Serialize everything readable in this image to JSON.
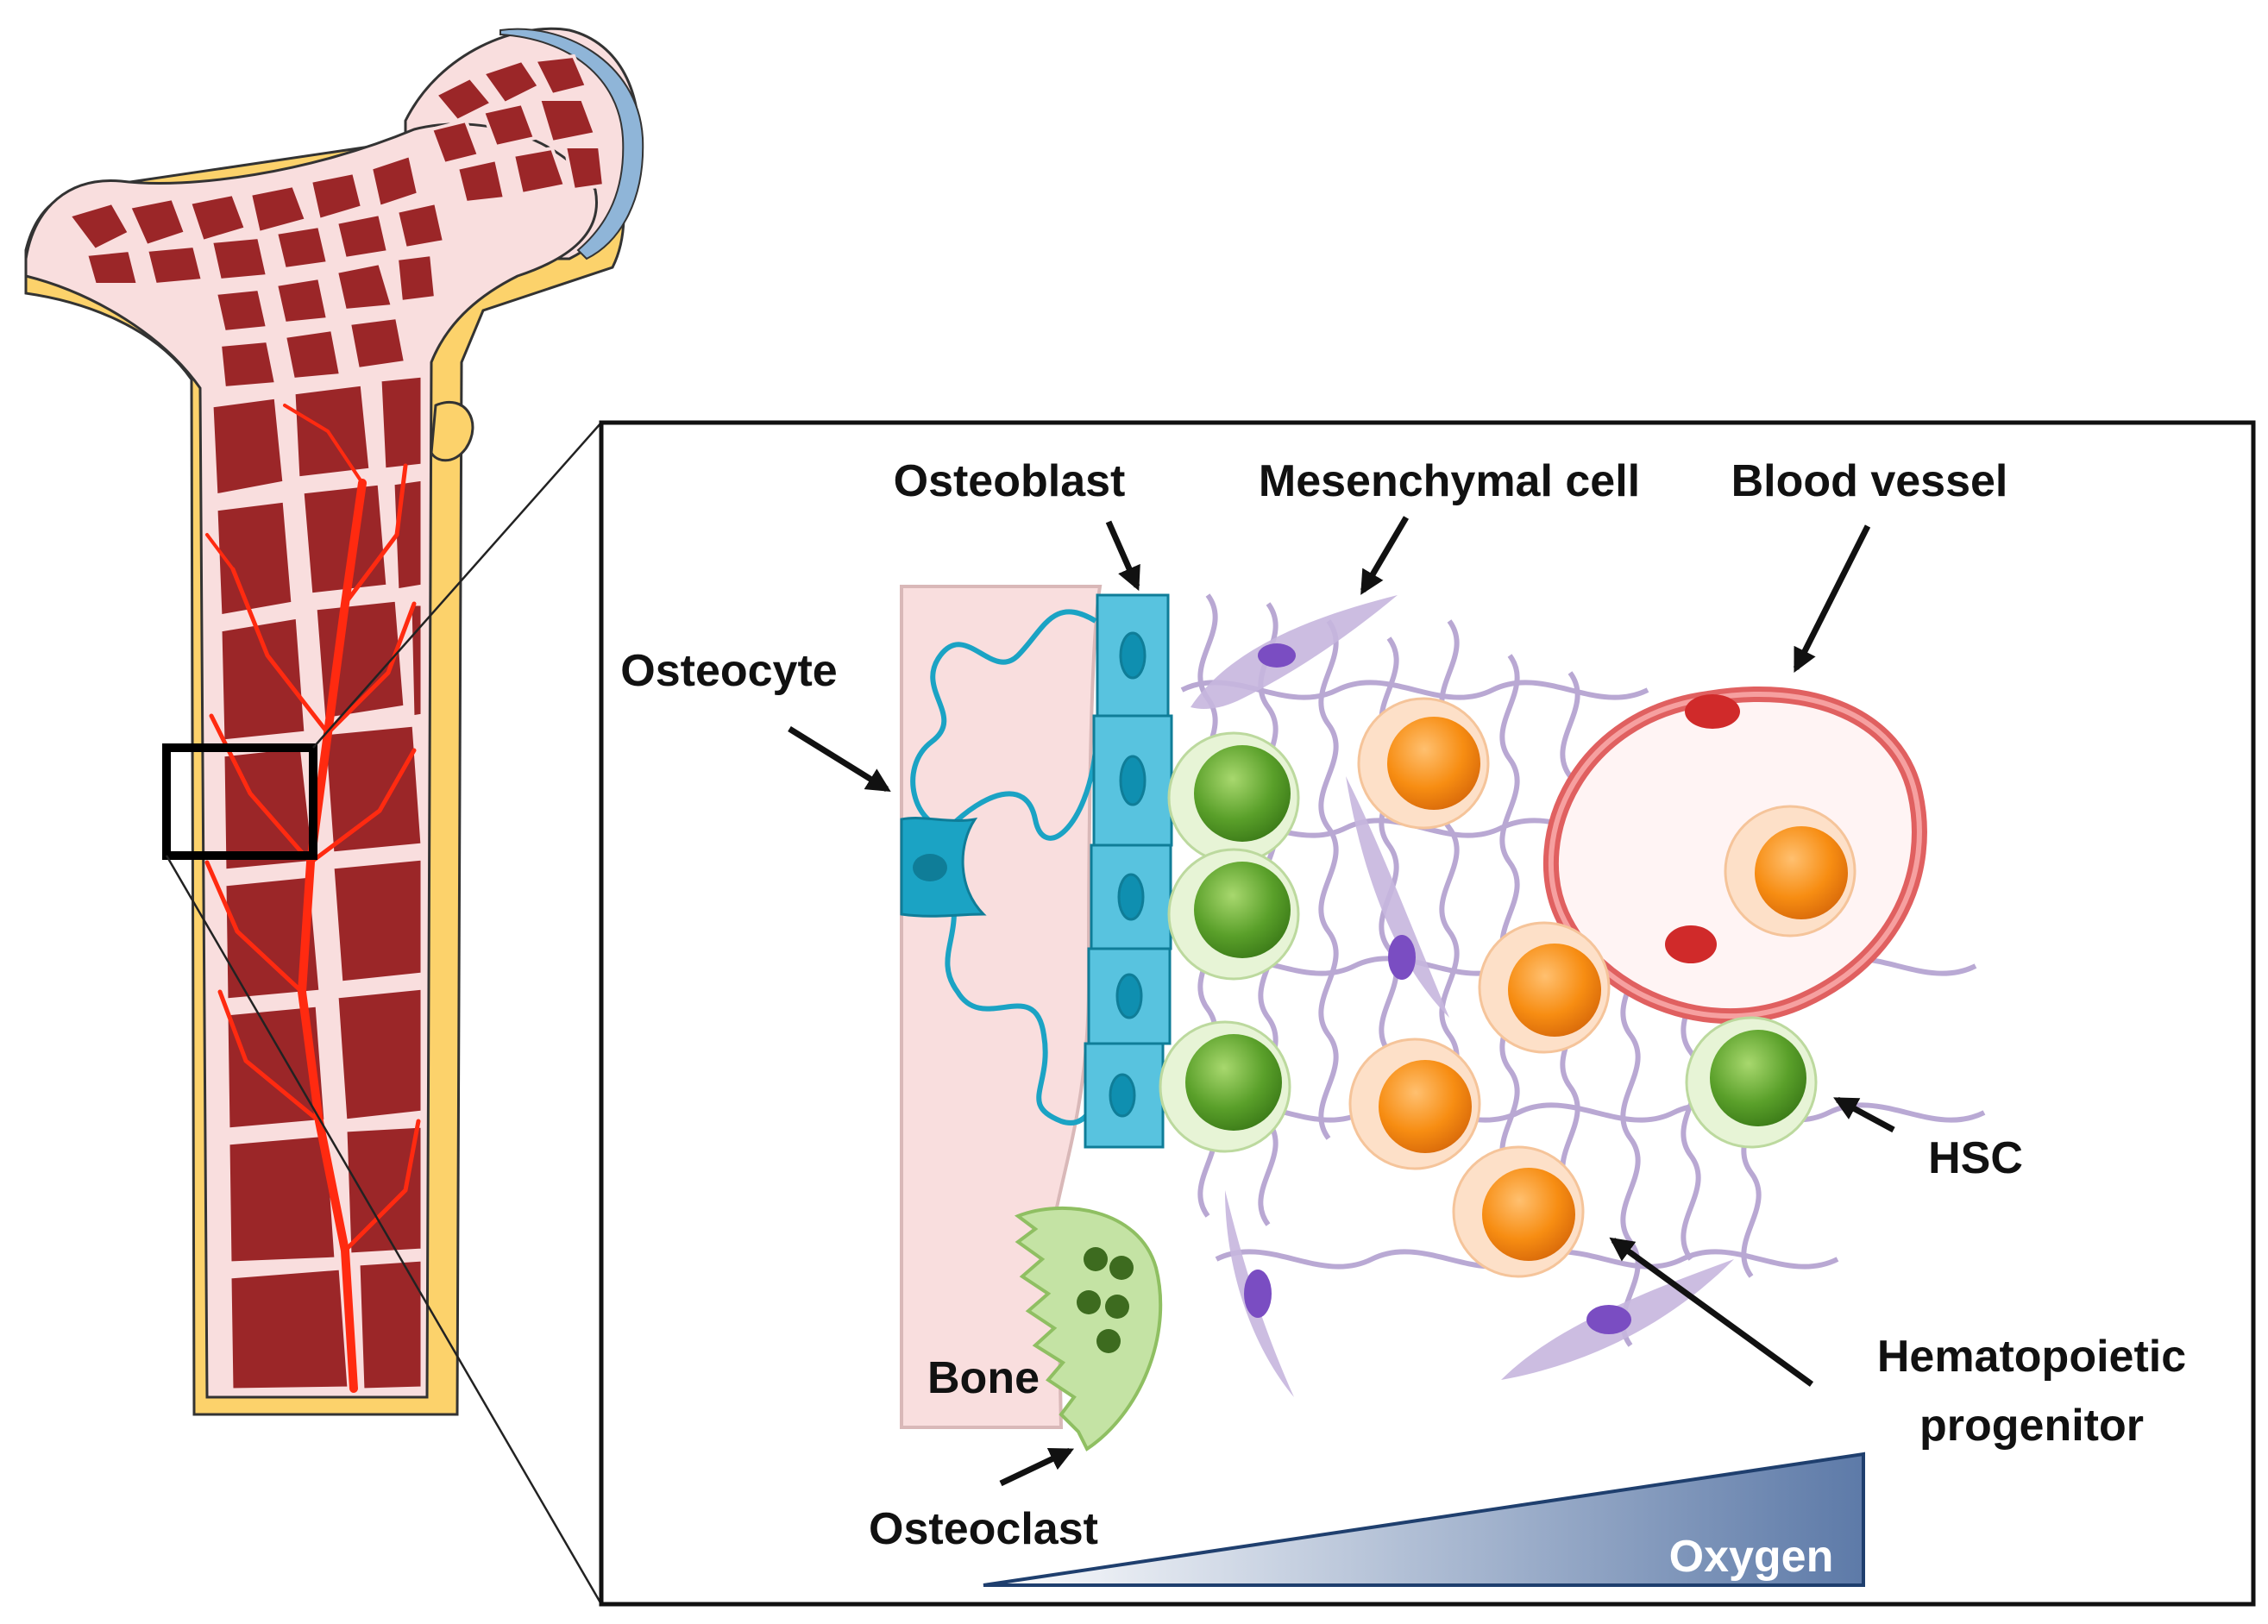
{
  "labels": {
    "osteoblast": "Osteoblast",
    "mesenchymal": "Mesenchymal cell",
    "blood_vessel": "Blood vessel",
    "osteocyte": "Osteocyte",
    "hsc": "HSC",
    "hematopoietic_line1": "Hematopoietic",
    "hematopoietic_line2": "progenitor",
    "bone": "Bone",
    "osteoclast": "Osteoclast",
    "oxygen": "Oxygen"
  },
  "colors": {
    "bone_pink": "#f9dede",
    "trabecular_red": "#9b2628",
    "vessel_red": "#ff2a10",
    "cortical_yellow": "#fcd26b",
    "cartilage_blue": "#8fb5d8",
    "osteoblast_cyan": "#58c3df",
    "hsc_green": "#5aa02a",
    "progenitor_orange": "#f78d12",
    "mesenchymal_lilac": "#c6b6de",
    "nucleus_purple": "#7a4dc2",
    "osteoclast_green": "#c4e3a4",
    "oxygen_blue": "#3b5f8f"
  }
}
